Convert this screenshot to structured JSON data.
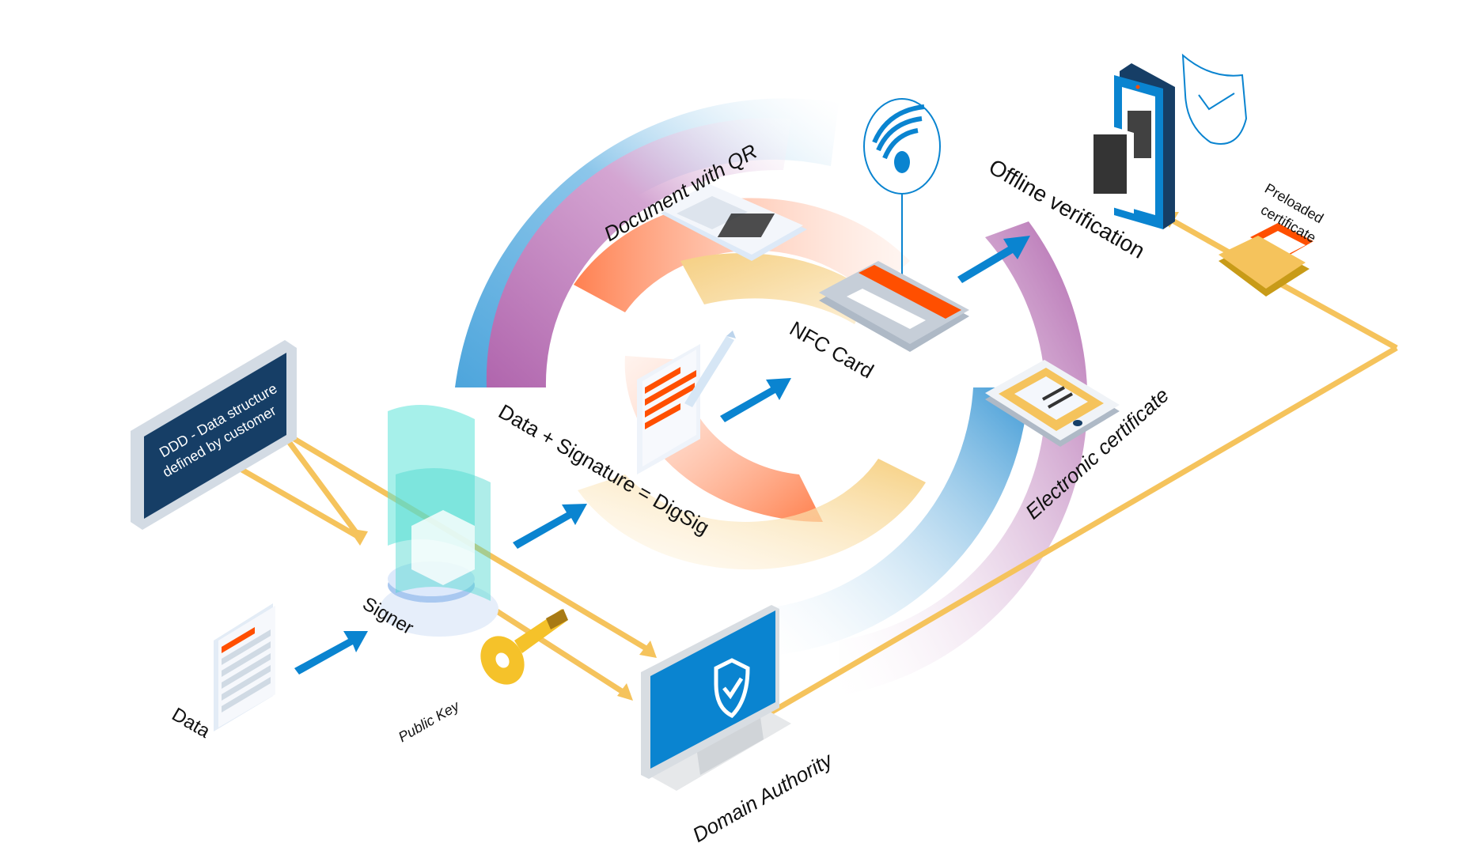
{
  "title": "Digital signature flow diagram",
  "colors": {
    "blue": "#0a84d0",
    "purple": "#b065ad",
    "orange": "#ff8050",
    "yellow": "#f5c35c",
    "navy": "#163e66",
    "red_orange": "#ff4f00",
    "teal": "#5de3d8",
    "gray": "#c6ced8"
  },
  "nodes": {
    "ddd": {
      "line1": "DDD - Data structure",
      "line2": "defined by customer"
    },
    "data": {
      "label": "Data"
    },
    "signer": {
      "label": "Signer"
    },
    "public_key": {
      "label": "Public Key"
    },
    "domain_authority": {
      "label": "Domain Authority"
    },
    "digsig": {
      "label": "Data + Signature = DigSig"
    },
    "document_qr": {
      "label": "Document with QR"
    },
    "nfc_card": {
      "label": "NFC Card"
    },
    "electronic_certificate": {
      "label": "Electronic certificate"
    },
    "offline_verification": {
      "label": "Offline verification"
    },
    "preloaded_certificate": {
      "line1": "Preloaded",
      "line2": "certificate"
    }
  },
  "icons": [
    "ddd-sign-icon",
    "data-document-icon",
    "signer-hologram-icon",
    "key-icon",
    "monitor-shield-icon",
    "signed-document-pen-icon",
    "qr-document-icon",
    "nfc-wireless-icon",
    "nfc-card-icon",
    "tablet-certificate-icon",
    "smartphone-qr-icon",
    "shield-check-icon",
    "folder-certificate-icon"
  ]
}
